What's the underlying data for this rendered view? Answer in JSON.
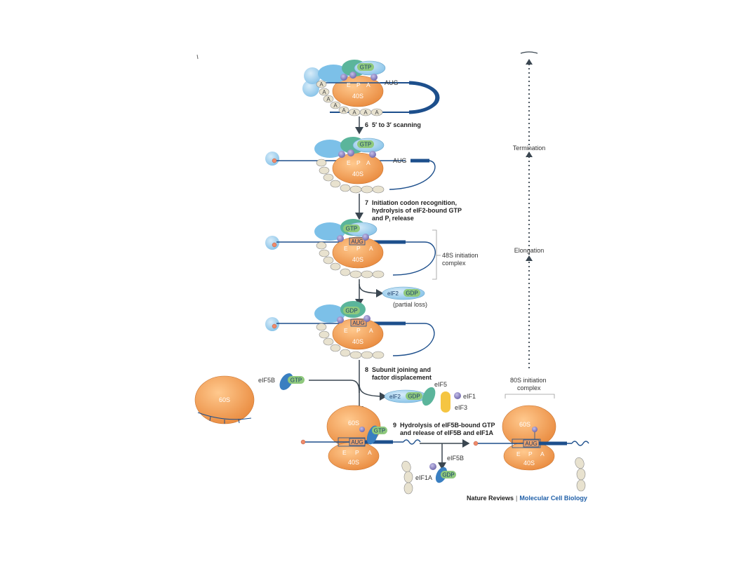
{
  "stage1": {
    "aug": "AUG",
    "gtp": "GTP",
    "sub40": "40S",
    "sites": [
      "E",
      "P",
      "A"
    ],
    "poly": [
      "A",
      "A",
      "A",
      "A",
      "A",
      "A",
      "A",
      "A"
    ]
  },
  "step6": {
    "num": "6",
    "text": "5′ to 3′ scanning"
  },
  "stage2": {
    "aug": "AUG",
    "gtp": "GTP",
    "sub40": "40S",
    "sites": [
      "E",
      "P",
      "A"
    ]
  },
  "step7": {
    "num": "7",
    "line1": "Initiation codon recognition,",
    "line2": "hydrolysis of eIF2-bound GTP",
    "line3": "and P",
    "line3_sub": "i",
    "line3_end": " release"
  },
  "stage3": {
    "aug": "AUG",
    "gtp": "GTP",
    "sub40": "40S",
    "sites": [
      "E",
      "P",
      "A"
    ],
    "complex_line1": "48S initiation",
    "complex_line2": "complex"
  },
  "loss": {
    "eif2": "eIF2",
    "gdp": "GDP",
    "note": "(partial loss)"
  },
  "stage4": {
    "aug": "AUG",
    "gdp": "GDP",
    "sub40": "40S",
    "sites": [
      "E",
      "P",
      "A"
    ]
  },
  "step8": {
    "num": "8",
    "line1": "Subunit joining and",
    "line2": "factor displacement"
  },
  "joining": {
    "sub60": "60S",
    "eif5b": "eIF5B",
    "gtp": "GTP"
  },
  "released": {
    "eif2": "eIF2",
    "gdp": "GDP",
    "eif5": "eIF5",
    "eif1": "eIF1",
    "eif3": "eIF3"
  },
  "stage5": {
    "sub60": "60S",
    "sub40": "40S",
    "aug": "AUG",
    "gtp": "GTP",
    "sites": [
      "E",
      "P",
      "A"
    ]
  },
  "step9": {
    "num": "9",
    "line1": "Hydrolysis of eIF5B-bound GTP",
    "line2": "and release of eIF5B and eIF1A"
  },
  "release9": {
    "eif5b": "eIF5B",
    "eif1a": "eIF1A",
    "gdp": "GDP"
  },
  "stage80": {
    "sub60": "60S",
    "sub40": "40S",
    "aug": "AUG",
    "sites": [
      "E",
      "P",
      "A"
    ],
    "complex_line1": "80S initiation",
    "complex_line2": "complex"
  },
  "right": {
    "termination": "Termination",
    "elongation": "Elongation"
  },
  "footer": {
    "journal": "Nature Reviews",
    "sep": "|",
    "section": "Molecular Cell Biology"
  },
  "colors": {
    "ribosome": "#f0a25c",
    "ribosome_edge": "#c9732f",
    "mrna": "#1d4f8c",
    "factor_light": "#a9d3ee",
    "factor_mid": "#5aaee0",
    "gtp": "#8fc97d",
    "teal": "#5bb59b",
    "yellow": "#f5c542",
    "purple": "#9a92c8",
    "cap": "#f08a6a",
    "polyA": "#e8e2cf"
  }
}
